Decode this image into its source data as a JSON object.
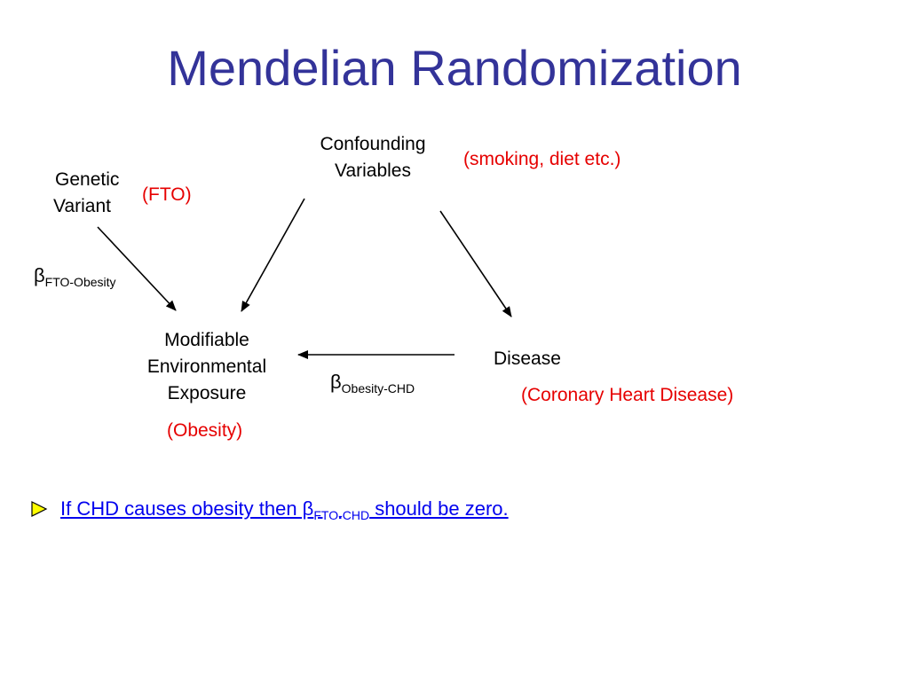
{
  "slide": {
    "title": "Mendelian Randomization"
  },
  "diagram": {
    "genetic_variant": {
      "line1": "Genetic",
      "line2": "Variant",
      "note": "(FTO)"
    },
    "confounders": {
      "line1": "Confounding",
      "line2": "Variables",
      "note": "(smoking, diet etc.)"
    },
    "exposure": {
      "line1": "Modifiable",
      "line2": "Environmental",
      "line3": "Exposure",
      "note": "(Obesity)"
    },
    "disease": {
      "label": "Disease",
      "note": "(Coronary Heart Disease)"
    },
    "beta_fto_obesity": {
      "symbol": "β",
      "subscript": "FTO-Obesity"
    },
    "beta_obesity_chd": {
      "symbol": "β",
      "subscript": "Obesity-CHD"
    }
  },
  "bullet": {
    "text_before": "If CHD causes obesity then β",
    "subscript": "FTO-CHD",
    "text_after": " should be zero.",
    "marker_color": "#ffff00",
    "link_color": "#0000ee"
  },
  "colors": {
    "title": "#333399",
    "annotation": "#e60000",
    "text": "#000000"
  }
}
